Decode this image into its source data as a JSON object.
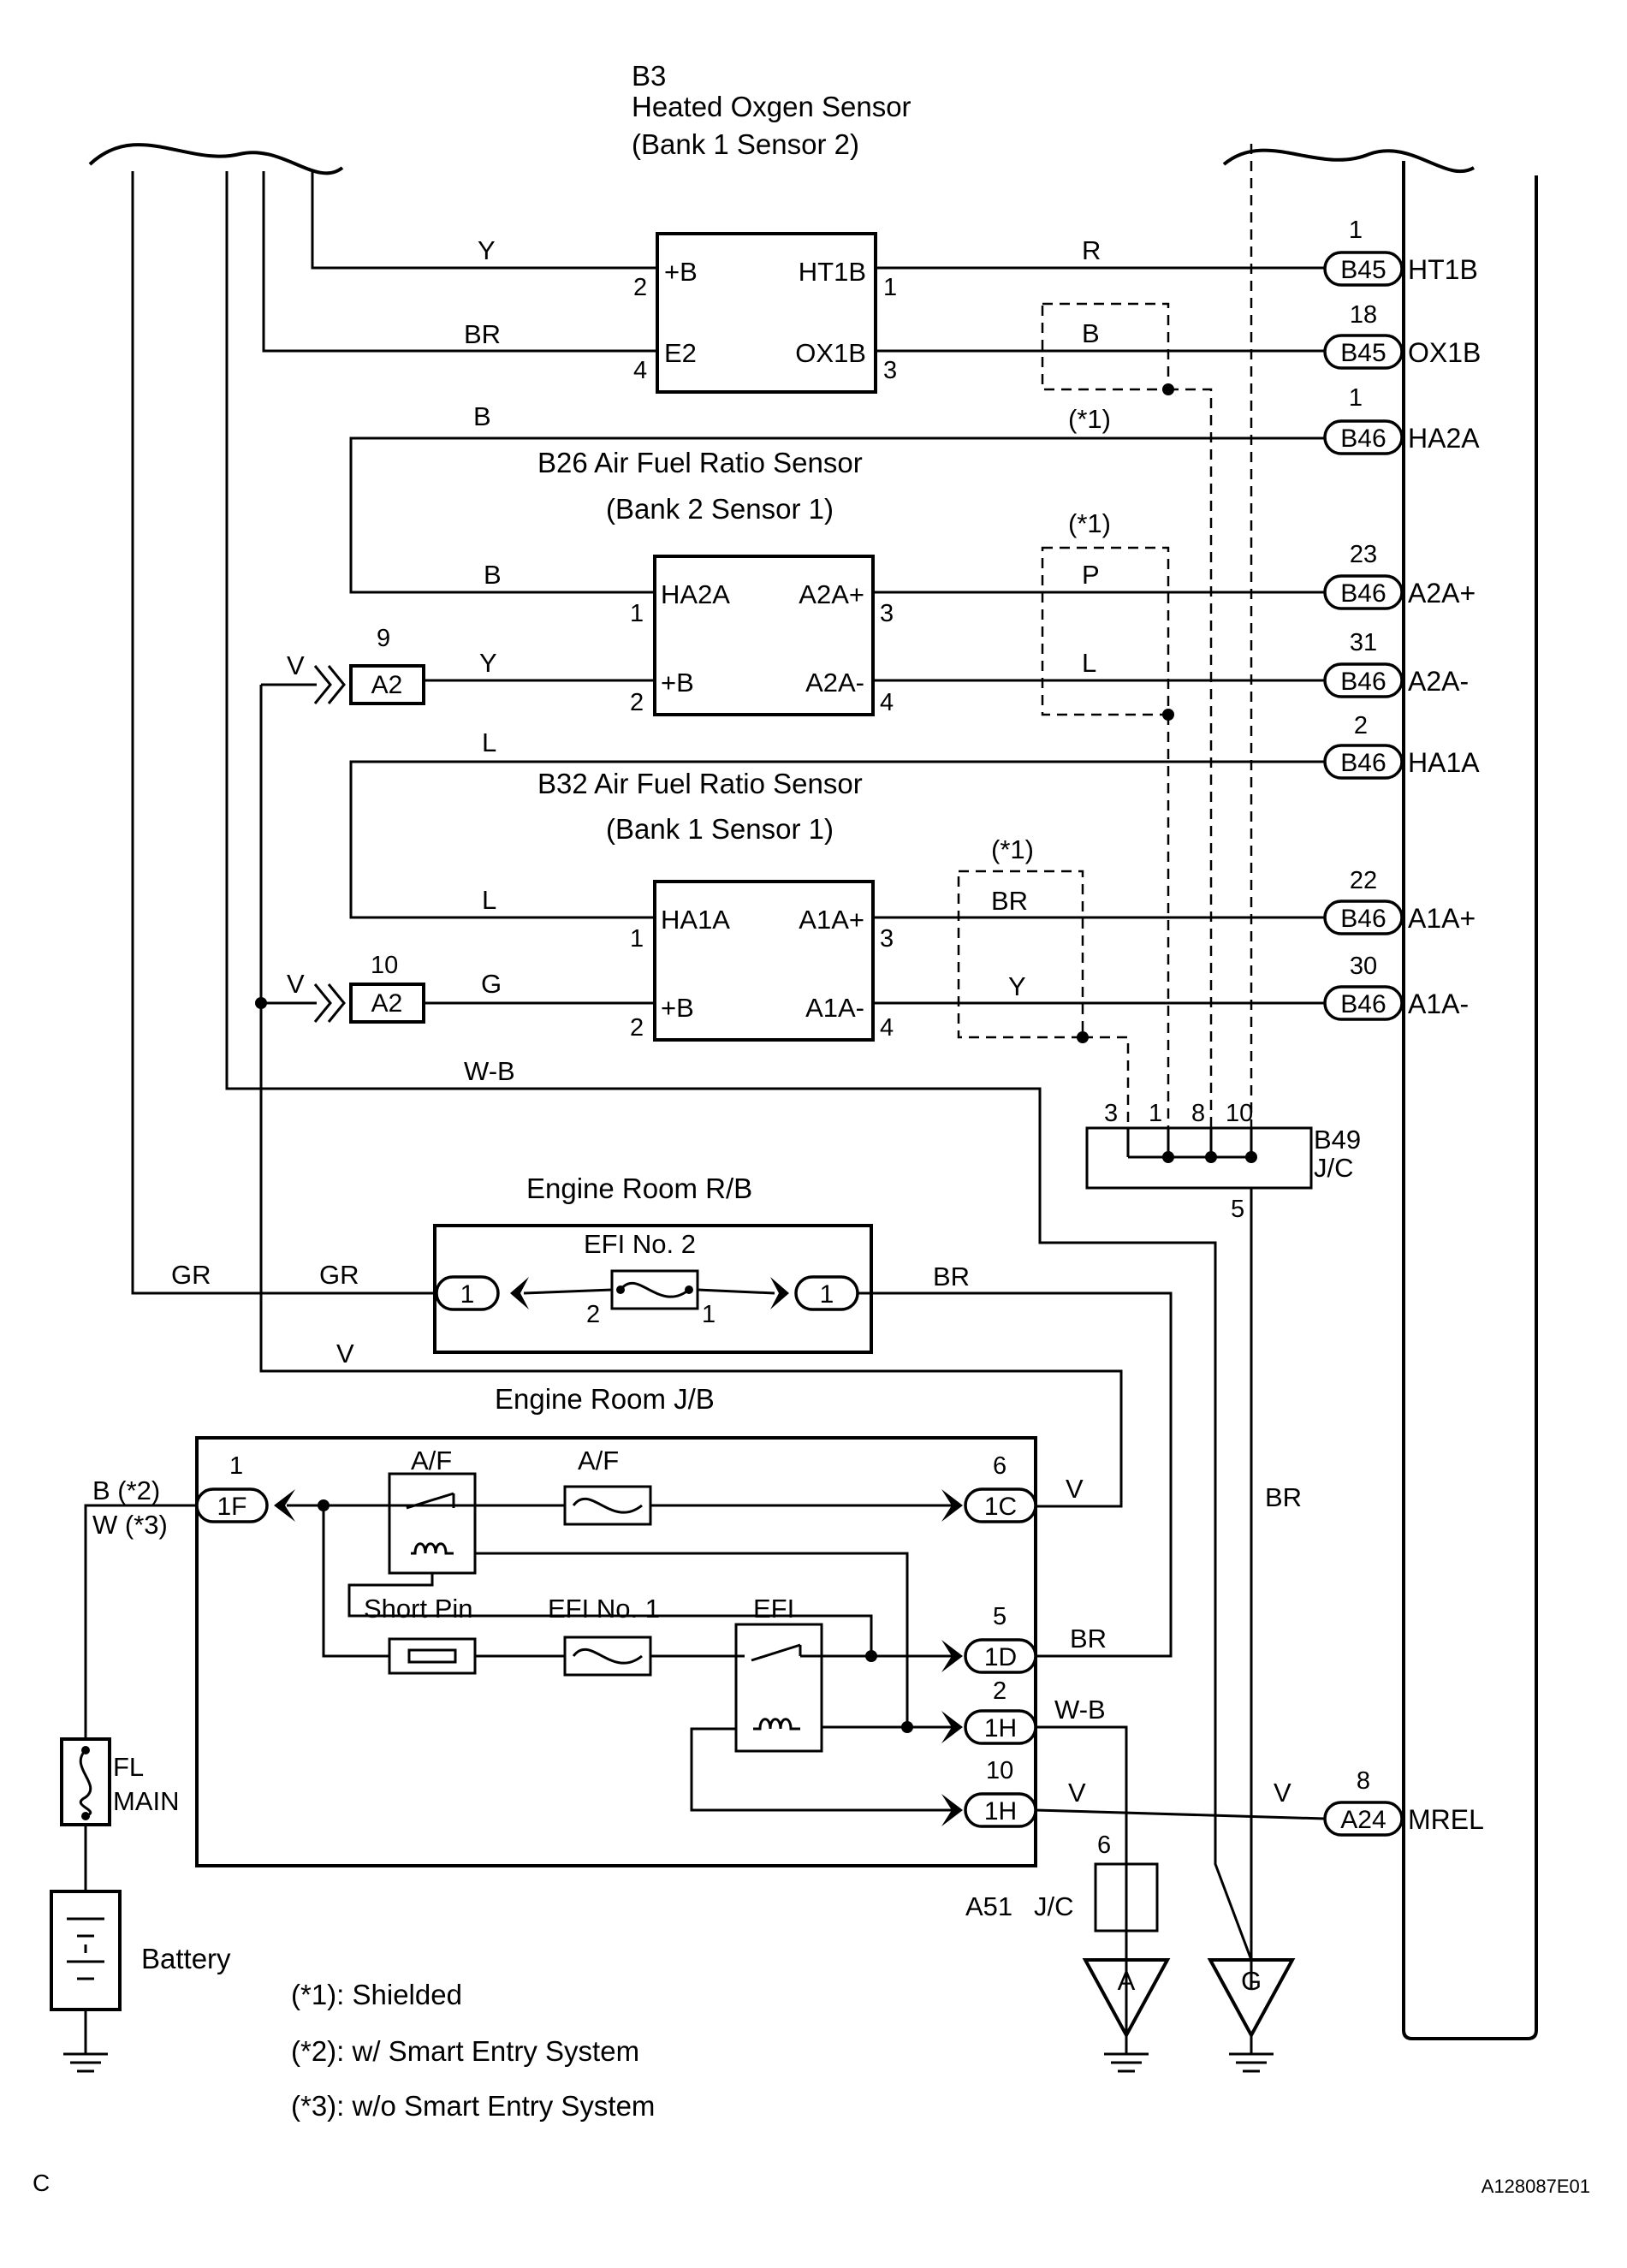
{
  "b3": {
    "code": "B3",
    "name": "Heated Oxgen Sensor",
    "bank": "(Bank 1 Sensor 2)",
    "t_b": "+B",
    "t_e2": "E2",
    "t_ht": "HT1B",
    "t_ox": "OX1B"
  },
  "b26": {
    "name": "B26  Air Fuel Ratio Sensor",
    "bank": "(Bank 2 Sensor 1)",
    "t_ha": "HA2A",
    "t_b": "+B",
    "t_p": "A2A+",
    "t_m": "A2A-"
  },
  "b32": {
    "name": "B32  Air Fuel Ratio Sensor",
    "bank": "(Bank 1 Sensor 1)",
    "t_ha": "HA1A",
    "t_b": "+B",
    "t_p": "A1A+",
    "t_m": "A1A-"
  },
  "shield": "(*1)",
  "pins": {
    "p1": "1",
    "p2": "2",
    "p3": "3",
    "p4": "4",
    "p5": "5",
    "p6": "6",
    "p8": "8",
    "p9": "9",
    "p10": "10",
    "p18": "18",
    "p22": "22",
    "p23": "23",
    "p30": "30",
    "p31": "31"
  },
  "colors": {
    "Y": "Y",
    "BR": "BR",
    "R": "R",
    "B": "B",
    "P": "P",
    "L": "L",
    "V": "V",
    "G": "G",
    "WB": "W-B",
    "GR": "GR"
  },
  "conn": {
    "a2": "A2",
    "b45": "B45",
    "b46": "B46",
    "a24": "A24",
    "c1f": "1F",
    "c1c": "1C",
    "c1d": "1D",
    "c1h": "1H"
  },
  "ecm": {
    "ht1b": "HT1B",
    "ox1b": "OX1B",
    "ha2a": "HA2A",
    "a2ap": "A2A+",
    "a2am": "A2A-",
    "ha1a": "HA1A",
    "a1ap": "A1A+",
    "a1am": "A1A-",
    "mrel": "MREL"
  },
  "b49": {
    "code": "B49",
    "type": "J/C"
  },
  "rb": {
    "title": "Engine Room R/B",
    "fuse": "EFI No. 2"
  },
  "jb": {
    "title": "Engine Room J/B",
    "af_relay": "A/F",
    "af_fuse": "A/F",
    "short_pin": "Short Pin",
    "efi1": "EFI No. 1",
    "efi": "EFI",
    "b2": "B (*2)",
    "w3": "W (*3)"
  },
  "fl": {
    "l1": "FL",
    "l2": "MAIN"
  },
  "battery": "Battery",
  "a51": {
    "code": "A51",
    "type": "J/C"
  },
  "grounds": {
    "a": "A",
    "g": "G"
  },
  "notes": [
    "(*1): Shielded",
    "(*2): w/ Smart Entry System",
    "(*3): w/o Smart Entry System"
  ],
  "footer": {
    "left": "C",
    "right": "A128087E01"
  }
}
